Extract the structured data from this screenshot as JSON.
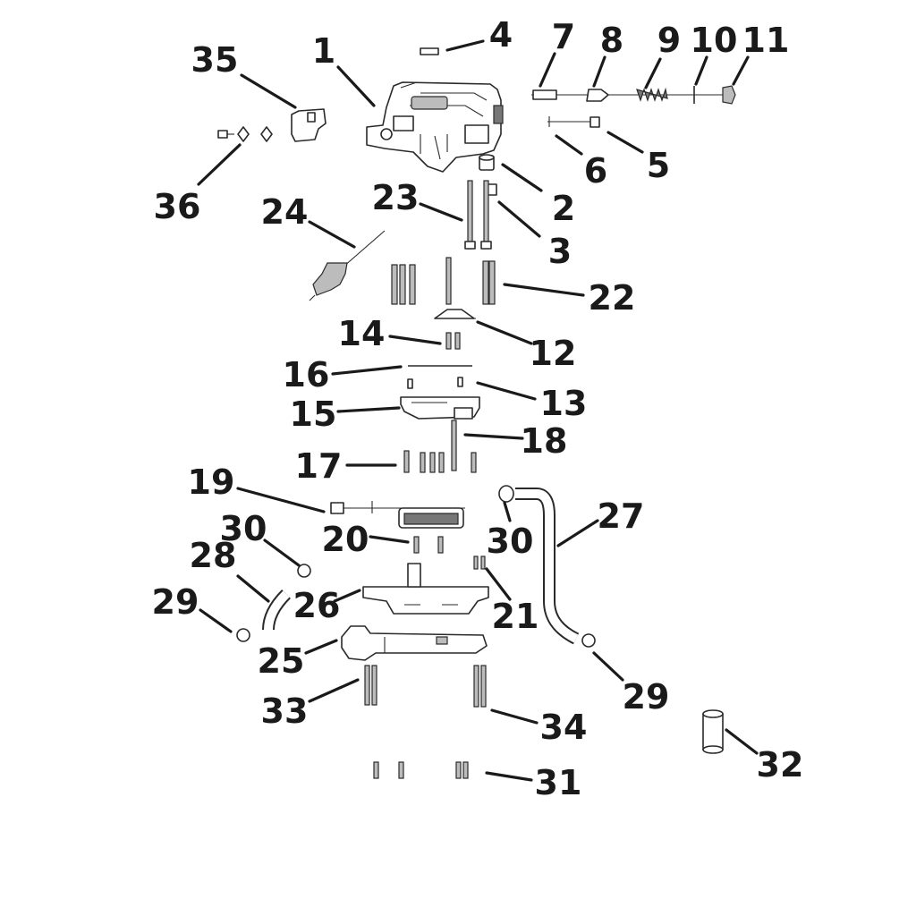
{
  "diagram": {
    "callouts": [
      {
        "id": "1",
        "text": "1"
      },
      {
        "id": "2",
        "text": "2"
      },
      {
        "id": "3",
        "text": "3"
      },
      {
        "id": "4",
        "text": "4"
      },
      {
        "id": "5",
        "text": "5"
      },
      {
        "id": "6",
        "text": "6"
      },
      {
        "id": "7",
        "text": "7"
      },
      {
        "id": "8",
        "text": "8"
      },
      {
        "id": "9",
        "text": "9"
      },
      {
        "id": "10",
        "text": "10"
      },
      {
        "id": "11",
        "text": "11"
      },
      {
        "id": "12",
        "text": "12"
      },
      {
        "id": "13",
        "text": "13"
      },
      {
        "id": "14",
        "text": "14"
      },
      {
        "id": "15",
        "text": "15"
      },
      {
        "id": "16",
        "text": "16"
      },
      {
        "id": "17",
        "text": "17"
      },
      {
        "id": "18",
        "text": "18"
      },
      {
        "id": "19",
        "text": "19"
      },
      {
        "id": "20",
        "text": "20"
      },
      {
        "id": "21",
        "text": "21"
      },
      {
        "id": "22",
        "text": "22"
      },
      {
        "id": "23",
        "text": "23"
      },
      {
        "id": "24",
        "text": "24"
      },
      {
        "id": "25",
        "text": "25"
      },
      {
        "id": "26",
        "text": "26"
      },
      {
        "id": "27",
        "text": "27"
      },
      {
        "id": "28",
        "text": "28"
      },
      {
        "id": "29a",
        "text": "29"
      },
      {
        "id": "29b",
        "text": "29"
      },
      {
        "id": "30a",
        "text": "30"
      },
      {
        "id": "30b",
        "text": "30"
      },
      {
        "id": "31",
        "text": "31"
      },
      {
        "id": "32",
        "text": "32"
      },
      {
        "id": "33",
        "text": "33"
      },
      {
        "id": "34",
        "text": "34"
      },
      {
        "id": "35",
        "text": "35"
      },
      {
        "id": "36",
        "text": "36"
      }
    ]
  }
}
